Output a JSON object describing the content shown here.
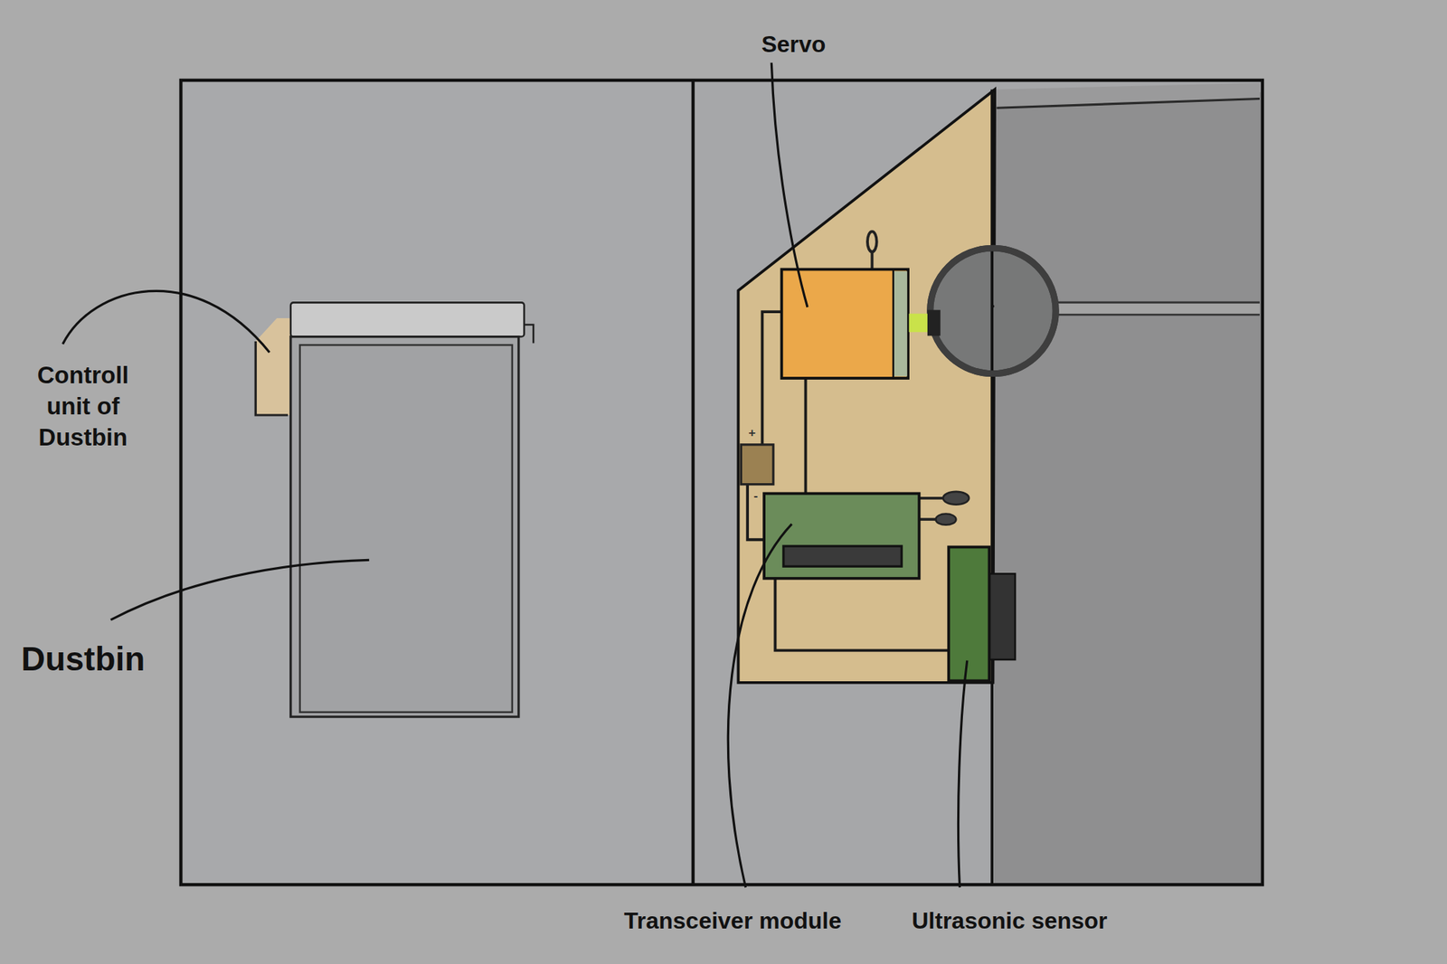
{
  "diagram": {
    "labels": [
      "Controll unit of Dustbin",
      "Dustbin",
      "Servo",
      "Transceiver module",
      "Ultrasonic sensor",
      "+",
      "-"
    ]
  }
}
